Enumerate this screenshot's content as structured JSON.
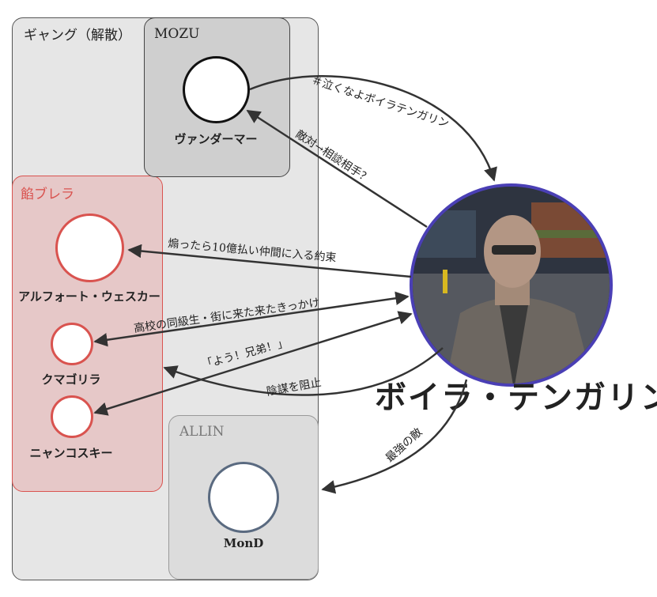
{
  "groups": {
    "gang": {
      "title": "ギャング（解散）"
    },
    "mozu": {
      "title": "MOZU"
    },
    "anko": {
      "title": "餡ブレラ"
    },
    "allin": {
      "title": "ALLIN"
    }
  },
  "nodes": {
    "vander": "ヴァンダーマー",
    "alfort": "アルフォート・ウェスカー",
    "kumagorira": "クマゴリラ",
    "nyanko": "ニャンコスキー",
    "mond": "MonD"
  },
  "center": {
    "name": "ボイラ・テンガリン"
  },
  "edges": {
    "e1": "＃泣くなよボイラテンガリン",
    "e2": "敵対→相談相手？",
    "e3": "煽ったら10億払い仲間に入る約束",
    "e4": "高校の同級生・街に来た来たきっかけ",
    "e5": "「よう！兄弟！」",
    "e6": "陰謀を阻止",
    "e7": "最強の敵"
  },
  "colors": {
    "anko": "#d9534f",
    "allin_node": "#5a6a80",
    "avatar_ring": "#4a3fb5"
  }
}
